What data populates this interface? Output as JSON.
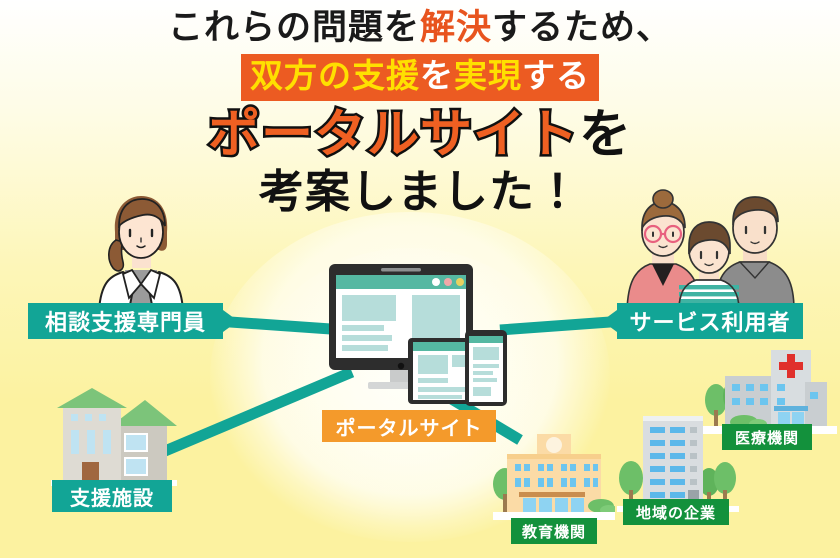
{
  "slide": {
    "background_top": "#ffffff",
    "background_bottom": "#fcf2a0",
    "accent_teal": "#12a596",
    "accent_orange": "#ec5b22",
    "accent_green": "#13913c",
    "banner_orange": "#f49a2b"
  },
  "title": {
    "line1_part1": "これらの問題を",
    "line1_highlight": "解決",
    "line1_part2": "するため、",
    "line2_yellow1": "双方の支援",
    "line2_white1": "を",
    "line2_yellow2": "実現",
    "line2_white2": "する",
    "line3_orange": "ポータルサイト",
    "line3_black": "を",
    "line4": "考案しました！"
  },
  "nodes": {
    "counselor": "相談支援専門員",
    "service_user": "サービス利用者",
    "portal_site": "ポータルサイト",
    "support_facility": "支援施設",
    "medical_institution": "医療機関",
    "local_company": "地域の企業",
    "education_institution": "教育機関"
  },
  "figures": {
    "counselor": "woman-white-coat-illustration",
    "family": "family-of-three-illustration",
    "devices": "desktop-tablet-smartphone-illustration",
    "support_facility": "two-story-green-roof-building",
    "hospital": "hospital-with-red-cross",
    "office": "tall-office-building",
    "school": "school-with-clock-tower"
  }
}
